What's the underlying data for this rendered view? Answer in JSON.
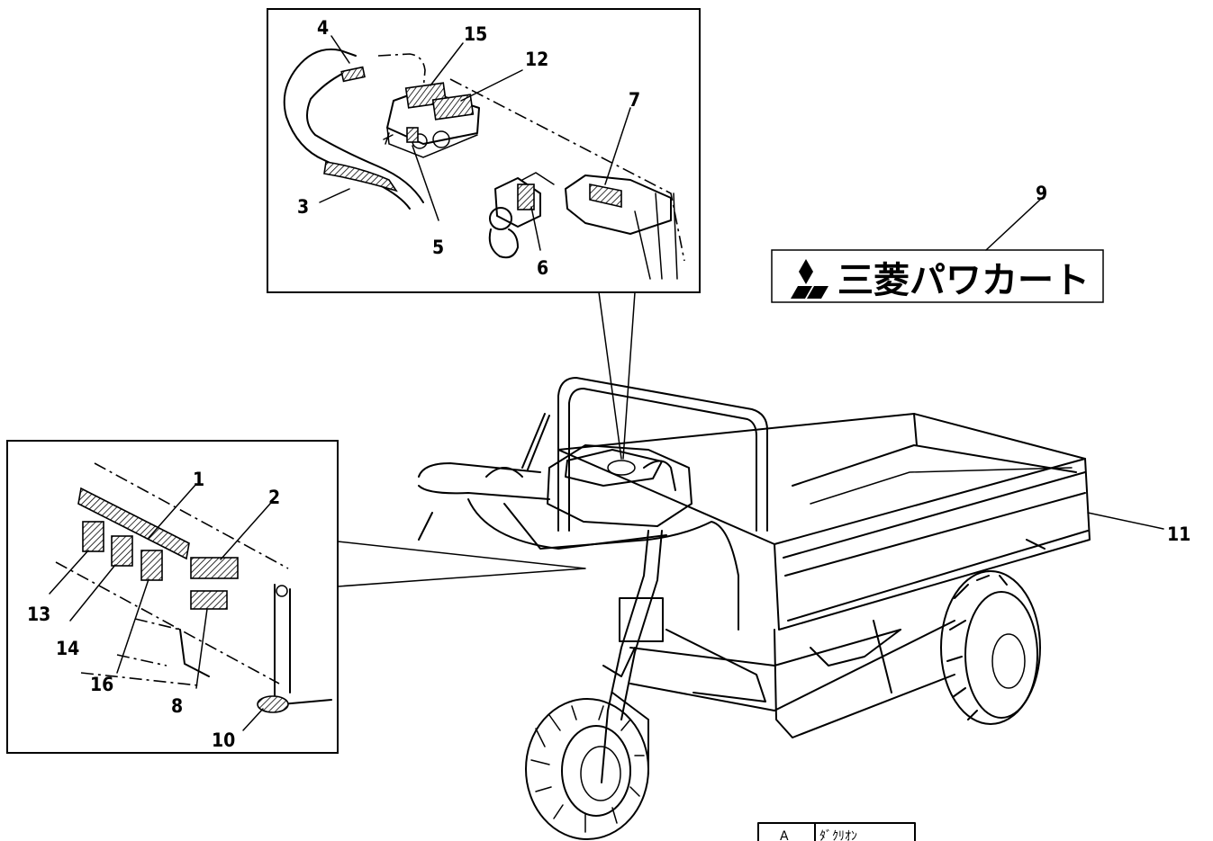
{
  "diagram": {
    "labels": {
      "n1": "1",
      "n2": "2",
      "n3": "3",
      "n4": "4",
      "n5": "5",
      "n6": "6",
      "n7": "7",
      "n8": "8",
      "n9": "9",
      "n10": "10",
      "n11": "11",
      "n12": "12",
      "n13": "13",
      "n14": "14",
      "n15": "15",
      "n16": "16"
    },
    "logo": {
      "text": "三菱パワカート",
      "emblem": "three-diamonds-logo"
    },
    "table": {
      "col1": "A",
      "col2": "ﾀﾞｸﾘｵﾝ"
    },
    "colors": {
      "line": "#000000",
      "background": "#ffffff"
    }
  }
}
